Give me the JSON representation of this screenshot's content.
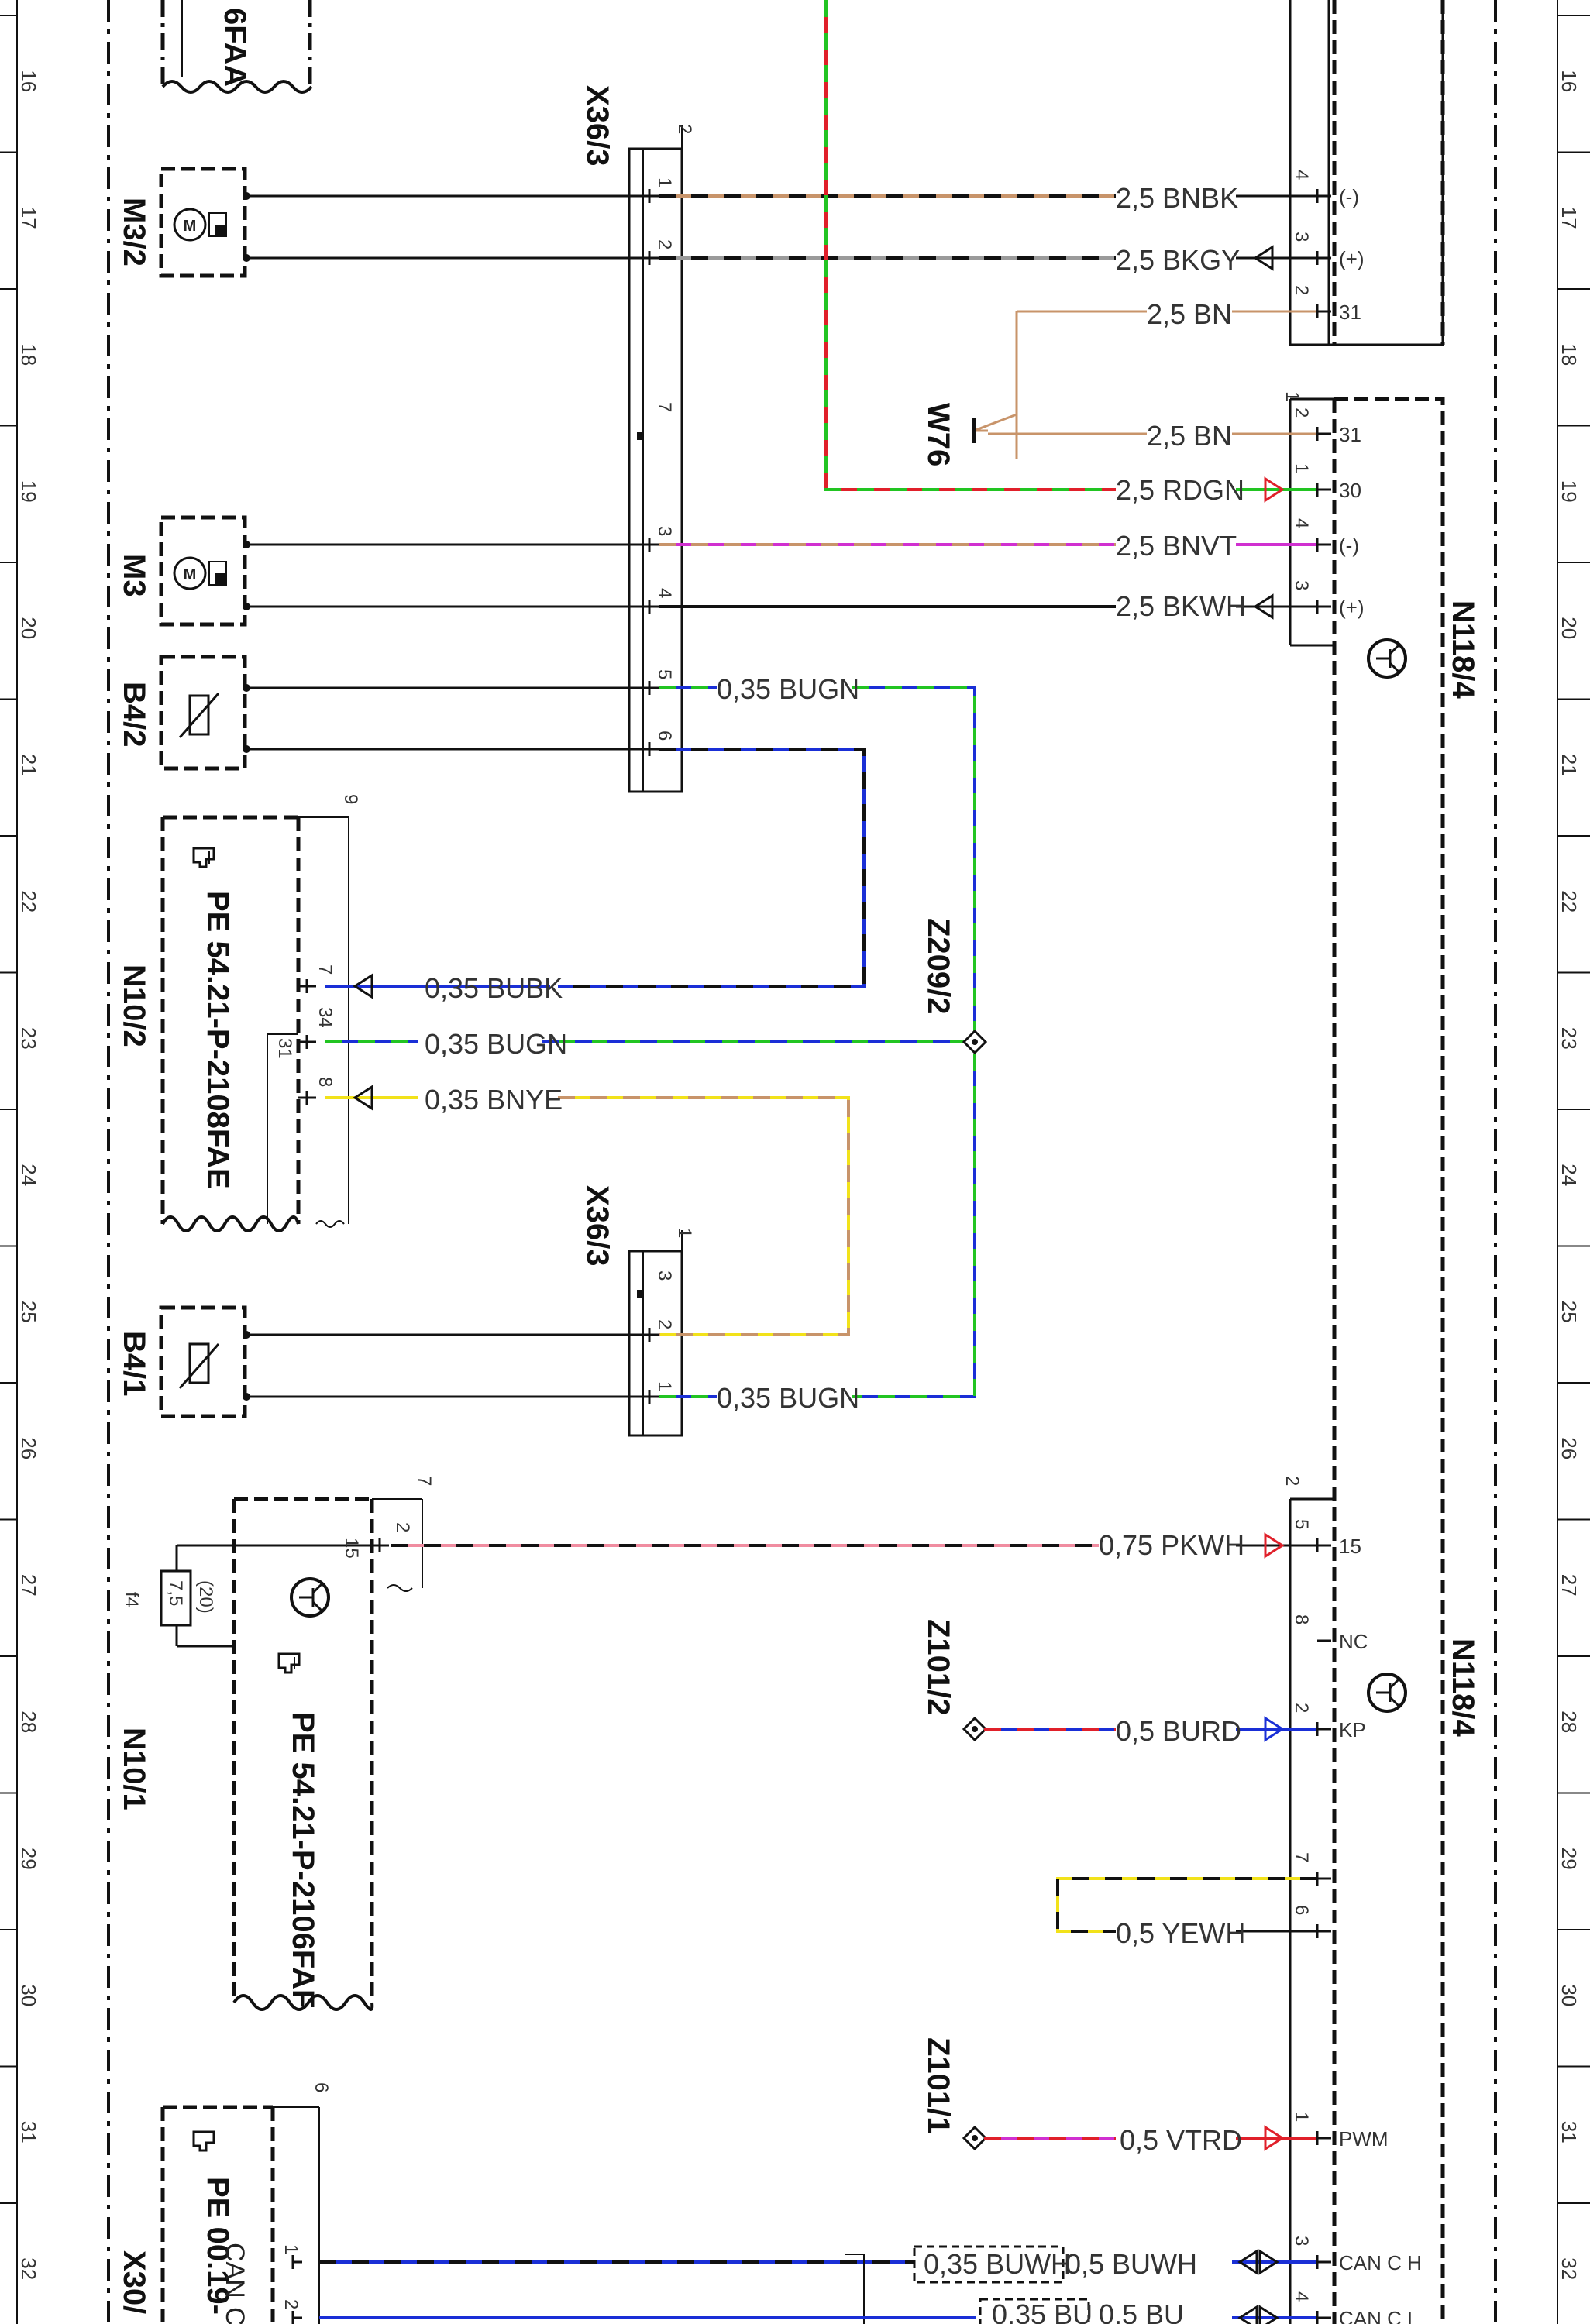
{
  "grid_numbers": [
    "16",
    "17",
    "18",
    "19",
    "20",
    "21",
    "22",
    "23",
    "24",
    "25",
    "26",
    "27",
    "28",
    "29",
    "30",
    "31",
    "32"
  ],
  "components": {
    "top_left": "6FAA",
    "m3_2": "M3/2",
    "m3": "M3",
    "b4_2": "B4/2",
    "b4_1": "B4/1",
    "n10_2": "N10/2",
    "n10_1": "N10/1",
    "x30": "X30/",
    "x36_3_top": "X36/3",
    "x36_3_bottom": "X36/3",
    "w76": "W76",
    "z209_2": "Z209/2",
    "z101_2": "Z101/2",
    "z101_1": "Z101/1",
    "n118_4_top": "N118/4",
    "n118_4_bottom": "N118/4",
    "f4": "f4",
    "fuse_value": "7,5",
    "fuse_alt": "(20)"
  },
  "pe_refs": {
    "n10_2": "PE 54.21-P-2108FAE",
    "n10_1": "PE 54.21-P-2106FAF",
    "x30": "PE 00.19-"
  },
  "bottom_labels": {
    "can": "CAN",
    "can_c": "C"
  },
  "connector_numbers": {
    "x36_3_top": "2",
    "x36_3_bottom": "1",
    "n10_2": "9",
    "n10_1": "7",
    "x30": "6",
    "n118_upper": "1",
    "n118_lower": "2"
  },
  "x36_3_top_pins": [
    "1",
    "2",
    "7",
    "3",
    "4",
    "5",
    "6"
  ],
  "x36_3_bottom_pins": [
    "3",
    "2",
    "1"
  ],
  "n10_2_pins": [
    "7",
    "34",
    "31",
    "8"
  ],
  "n10_1_pins": [
    "2",
    "15"
  ],
  "x30_pins": [
    "1",
    "2"
  ],
  "n118_pins": [
    {
      "num": "4",
      "fn": "(-)"
    },
    {
      "num": "3",
      "fn": "(+)"
    },
    {
      "num": "2",
      "fn": "31"
    },
    {
      "num": "2",
      "fn": "31"
    },
    {
      "num": "1",
      "fn": "30"
    },
    {
      "num": "4",
      "fn": "(-)"
    },
    {
      "num": "3",
      "fn": "(+)"
    },
    {
      "num": "5",
      "fn": "15"
    },
    {
      "num": "8",
      "fn": "NC"
    },
    {
      "num": "2",
      "fn": "KP"
    },
    {
      "num": "7",
      "fn": ""
    },
    {
      "num": "6",
      "fn": ""
    },
    {
      "num": "1",
      "fn": "PWM"
    },
    {
      "num": "3",
      "fn": "CAN C H"
    },
    {
      "num": "4",
      "fn": "CAN C L"
    }
  ],
  "wire_labels": [
    "2,5 BNBK",
    "2,5 BKGY",
    "2,5 BN",
    "2,5 BN",
    "2,5 RDGN",
    "2,5 BNVT",
    "2,5 BKWH",
    "0,35 BUGN",
    "0,35 BUBK",
    "0,35 BUGN",
    "0,35 BNYE",
    "0,35 BUGN",
    "0,75 PKWH",
    "0,5 BURD",
    "0,5 YEWH",
    "0,5 VTRD",
    "0,35 BUWH",
    "0,5 BUWH",
    "0,35 BU",
    "0,5 BU"
  ],
  "colors": {
    "black": "#111111",
    "brown": "#c8946a",
    "grey": "#9a9a9a",
    "red": "#e0202a",
    "green": "#22c422",
    "blue": "#1a2fd6",
    "violet": "#d030d0",
    "yellow": "#f2e21a",
    "pink": "#f08ca0",
    "white": "#ffffff"
  }
}
